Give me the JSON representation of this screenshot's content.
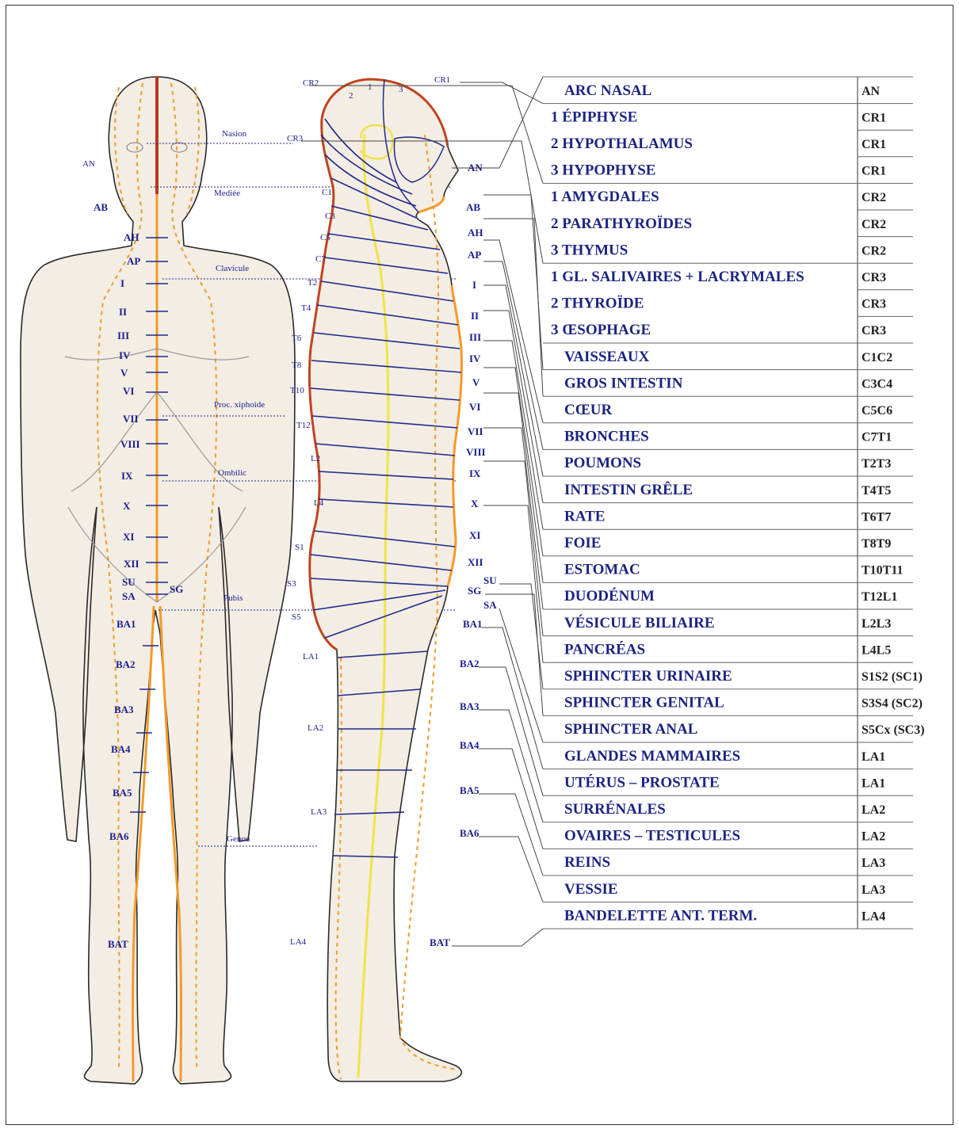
{
  "front_segments": [
    "AN",
    "AB",
    "AH",
    "AP",
    "I",
    "II",
    "III",
    "IV",
    "V",
    "VI",
    "VII",
    "VIII",
    "IX",
    "X",
    "XI",
    "XII",
    "SU",
    "SA",
    "SG",
    "BA1",
    "BA2",
    "BA3",
    "BA4",
    "BA5",
    "BA6",
    "BAT"
  ],
  "front_landmarks": [
    "Nasion",
    "Mediée",
    "Clavicule",
    "Proc. xiphoide",
    "Ombilic",
    "Pubis",
    "Genou"
  ],
  "side_head_labels": [
    "CR2",
    "CR1",
    "CR3",
    "1",
    "2",
    "3"
  ],
  "side_back_labels": [
    "C1",
    "C3",
    "C5",
    "C7",
    "T2",
    "T4",
    "T6",
    "T8",
    "T10",
    "T12",
    "L2",
    "L4",
    "S1",
    "S3",
    "S5",
    "LA1",
    "LA2",
    "LA3",
    "LA4"
  ],
  "side_front_labels": [
    "AN",
    "AB",
    "AH",
    "AP",
    "I",
    "II",
    "III",
    "IV",
    "V",
    "VI",
    "VII",
    "VIII",
    "IX",
    "X",
    "XI",
    "XII",
    "SU",
    "SG",
    "SA",
    "BA1",
    "BA2",
    "BA3",
    "BA4",
    "BA5",
    "BA6",
    "BAT"
  ],
  "table": [
    {
      "organ": "ARC NASAL",
      "code": "AN"
    },
    {
      "organ": "1 ÉPIPHYSE",
      "code": "CR1"
    },
    {
      "organ": "2 HYPOTHALAMUS",
      "code": "CR1"
    },
    {
      "organ": "3 HYPOPHYSE",
      "code": "CR1"
    },
    {
      "organ": "1 AMYGDALES",
      "code": "CR2"
    },
    {
      "organ": "2 PARATHYROÏDES",
      "code": "CR2"
    },
    {
      "organ": "3 THYMUS",
      "code": "CR2"
    },
    {
      "organ": "1 GL. SALIVAIRES + LACRYMALES",
      "code": "CR3"
    },
    {
      "organ": "2 THYROÏDE",
      "code": "CR3"
    },
    {
      "organ": "3 ŒSOPHAGE",
      "code": "CR3"
    },
    {
      "organ": "VAISSEAUX",
      "code": "C1C2"
    },
    {
      "organ": "GROS INTESTIN",
      "code": "C3C4"
    },
    {
      "organ": "CŒUR",
      "code": "C5C6"
    },
    {
      "organ": "BRONCHES",
      "code": "C7T1"
    },
    {
      "organ": "POUMONS",
      "code": "T2T3"
    },
    {
      "organ": "INTESTIN GRÊLE",
      "code": "T4T5"
    },
    {
      "organ": "RATE",
      "code": "T6T7"
    },
    {
      "organ": "FOIE",
      "code": "T8T9"
    },
    {
      "organ": "ESTOMAC",
      "code": "T10T11"
    },
    {
      "organ": "DUODÉNUM",
      "code": "T12L1"
    },
    {
      "organ": "VÉSICULE BILIAIRE",
      "code": "L2L3"
    },
    {
      "organ": "PANCRÉAS",
      "code": "L4L5"
    },
    {
      "organ": "SPHINCTER URINAIRE",
      "code": "S1S2 (SC1)"
    },
    {
      "organ": "SPHINCTER GENITAL",
      "code": "S3S4 (SC2)"
    },
    {
      "organ": "SPHINCTER ANAL",
      "code": "S5Cx (SC3)"
    },
    {
      "organ": "GLANDES MAMMAIRES",
      "code": "LA1"
    },
    {
      "organ": "UTÉRUS – PROSTATE",
      "code": "LA1"
    },
    {
      "organ": "SURRÉNALES",
      "code": "LA2"
    },
    {
      "organ": "OVAIRES – TESTICULES",
      "code": "LA2"
    },
    {
      "organ": "REINS",
      "code": "LA3"
    },
    {
      "organ": "VESSIE",
      "code": "LA3"
    },
    {
      "organ": "BANDELETTE ANT. TERM.",
      "code": "LA4"
    }
  ],
  "colors": {
    "skin": "#f3ede4",
    "outline": "#2a2a2a",
    "segment_line": "#1f2a8a",
    "orange": "#f39a2a",
    "red": "#b83a1a",
    "spine_yellow": "#f1e24a",
    "text_blue": "#1a1f8c"
  }
}
